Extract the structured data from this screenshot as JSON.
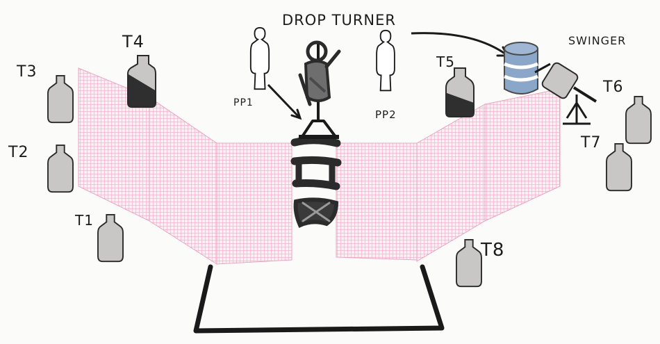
{
  "diagram": {
    "title": "DROP TURNER",
    "swinger_label": "SWINGER",
    "popper_labels": {
      "pp1": "PP1",
      "pp2": "PP2"
    },
    "target_labels": {
      "t1": "T1",
      "t2": "T2",
      "t3": "T3",
      "t4": "T4",
      "t5": "T5",
      "t6": "T6",
      "t7": "T7",
      "t8": "T8"
    }
  },
  "colors": {
    "wall_mesh": "#f3a9c6",
    "wall_fill": "#fdeef4",
    "target_fill": "#c9c7c5",
    "target_outline": "#2a2a2a",
    "hardcover_fill": "#3a3a3a",
    "barrel_fill": "#8aa6c8",
    "ink": "#1a1a1a"
  },
  "icons": {
    "target": "cardboard-target-icon",
    "popper": "popper-silhouette-icon",
    "barrel": "barrel-icon",
    "drop_turner": "drop-turner-icon"
  }
}
